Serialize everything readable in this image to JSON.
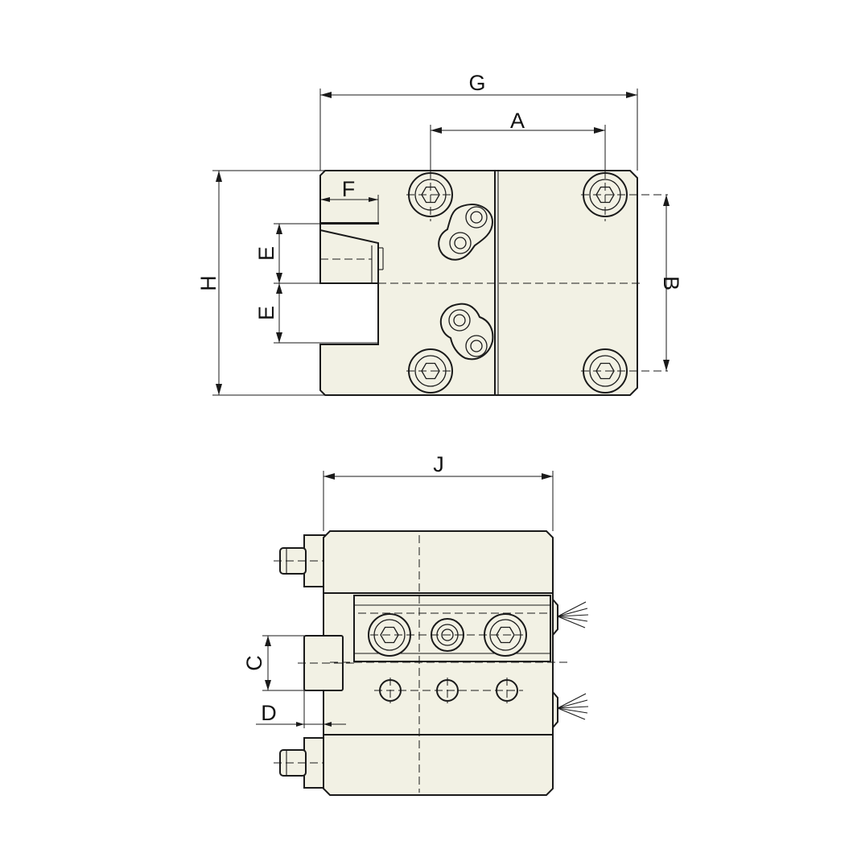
{
  "dimensions": {
    "top_view": {
      "G": "G",
      "A": "A",
      "F": "F",
      "E_upper": "E",
      "E_lower": "E",
      "H": "H",
      "B": "B"
    },
    "side_view": {
      "J": "J",
      "C": "C",
      "D": "D"
    }
  },
  "colors": {
    "part_fill": "#f2f1e4",
    "line": "#1a1a1a"
  }
}
